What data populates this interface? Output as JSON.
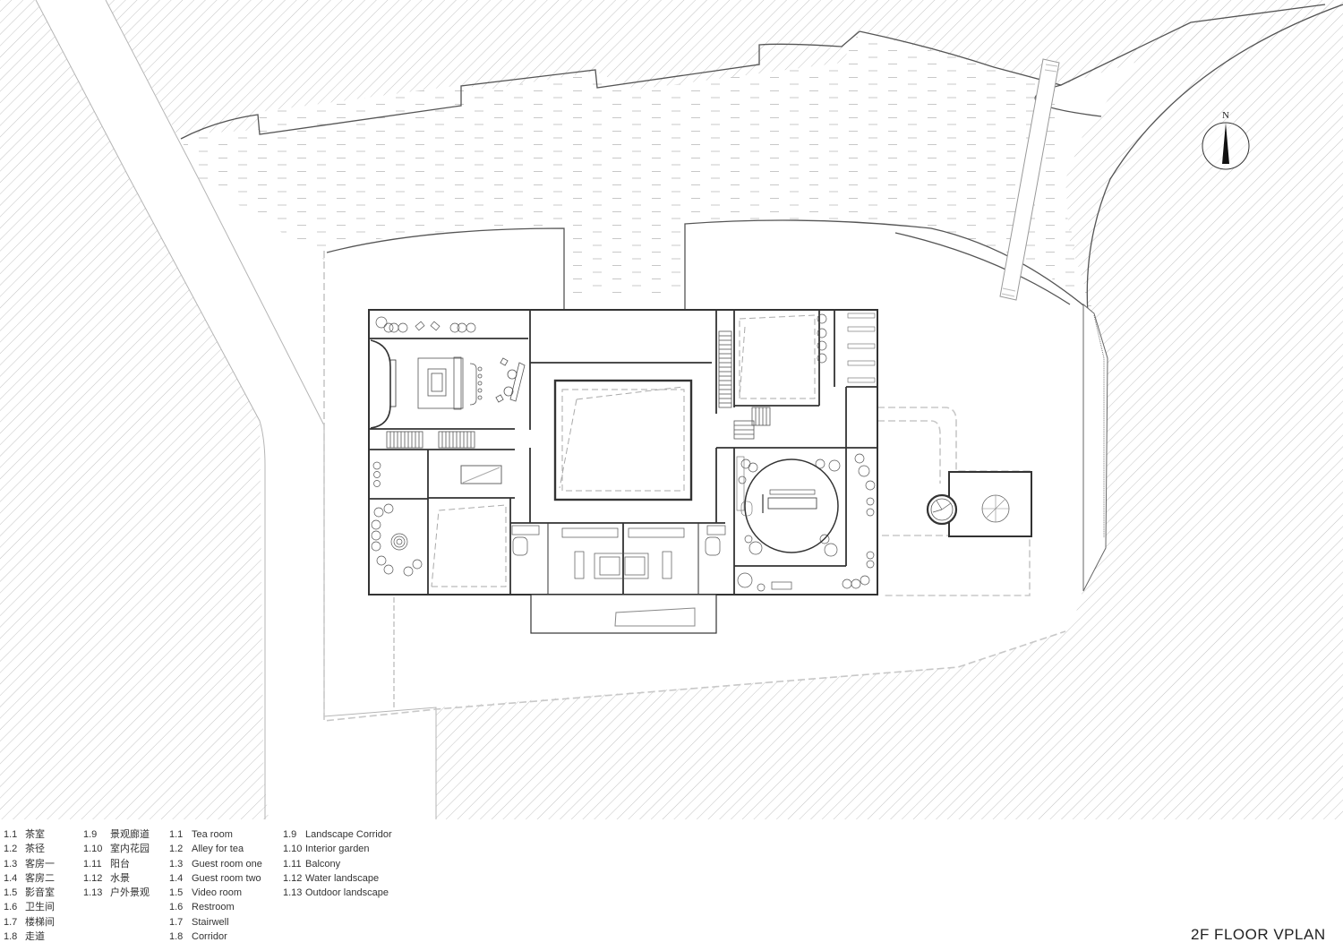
{
  "drawing": {
    "title": "2F FLOOR VPLAN",
    "north_arrow_label": "N",
    "colors": {
      "hatch": "#c8c8c8",
      "wall": "#444444",
      "thin_line": "#888888",
      "water_dash": "#bdbdbd",
      "background": "#ffffff"
    }
  },
  "legend": {
    "chinese": [
      {
        "num": "1.1",
        "label": "茶室"
      },
      {
        "num": "1.2",
        "label": "茶径"
      },
      {
        "num": "1.3",
        "label": "客房一"
      },
      {
        "num": "1.4",
        "label": "客房二"
      },
      {
        "num": "1.5",
        "label": "影音室"
      },
      {
        "num": "1.6",
        "label": "卫生间"
      },
      {
        "num": "1.7",
        "label": "楼梯间"
      },
      {
        "num": "1.8",
        "label": "走道"
      },
      {
        "num": "1.9",
        "label": "景观廊道"
      },
      {
        "num": "1.10",
        "label": "室内花园"
      },
      {
        "num": "1.11",
        "label": "阳台"
      },
      {
        "num": "1.12",
        "label": "水景"
      },
      {
        "num": "1.13",
        "label": "户外景观"
      }
    ],
    "english": [
      {
        "num": "1.1",
        "label": "Tea room"
      },
      {
        "num": "1.2",
        "label": "Alley for tea"
      },
      {
        "num": "1.3",
        "label": "Guest room one"
      },
      {
        "num": "1.4",
        "label": "Guest room two"
      },
      {
        "num": "1.5",
        "label": "Video room"
      },
      {
        "num": "1.6",
        "label": "Restroom"
      },
      {
        "num": "1.7",
        "label": "Stairwell"
      },
      {
        "num": "1.8",
        "label": "Corridor"
      },
      {
        "num": "1.9",
        "label": "Landscape Corridor"
      },
      {
        "num": "1.10",
        "label": "Interior garden"
      },
      {
        "num": "1.11",
        "label": "Balcony"
      },
      {
        "num": "1.12",
        "label": "Water landscape"
      },
      {
        "num": "1.13",
        "label": "Outdoor landscape"
      }
    ]
  }
}
